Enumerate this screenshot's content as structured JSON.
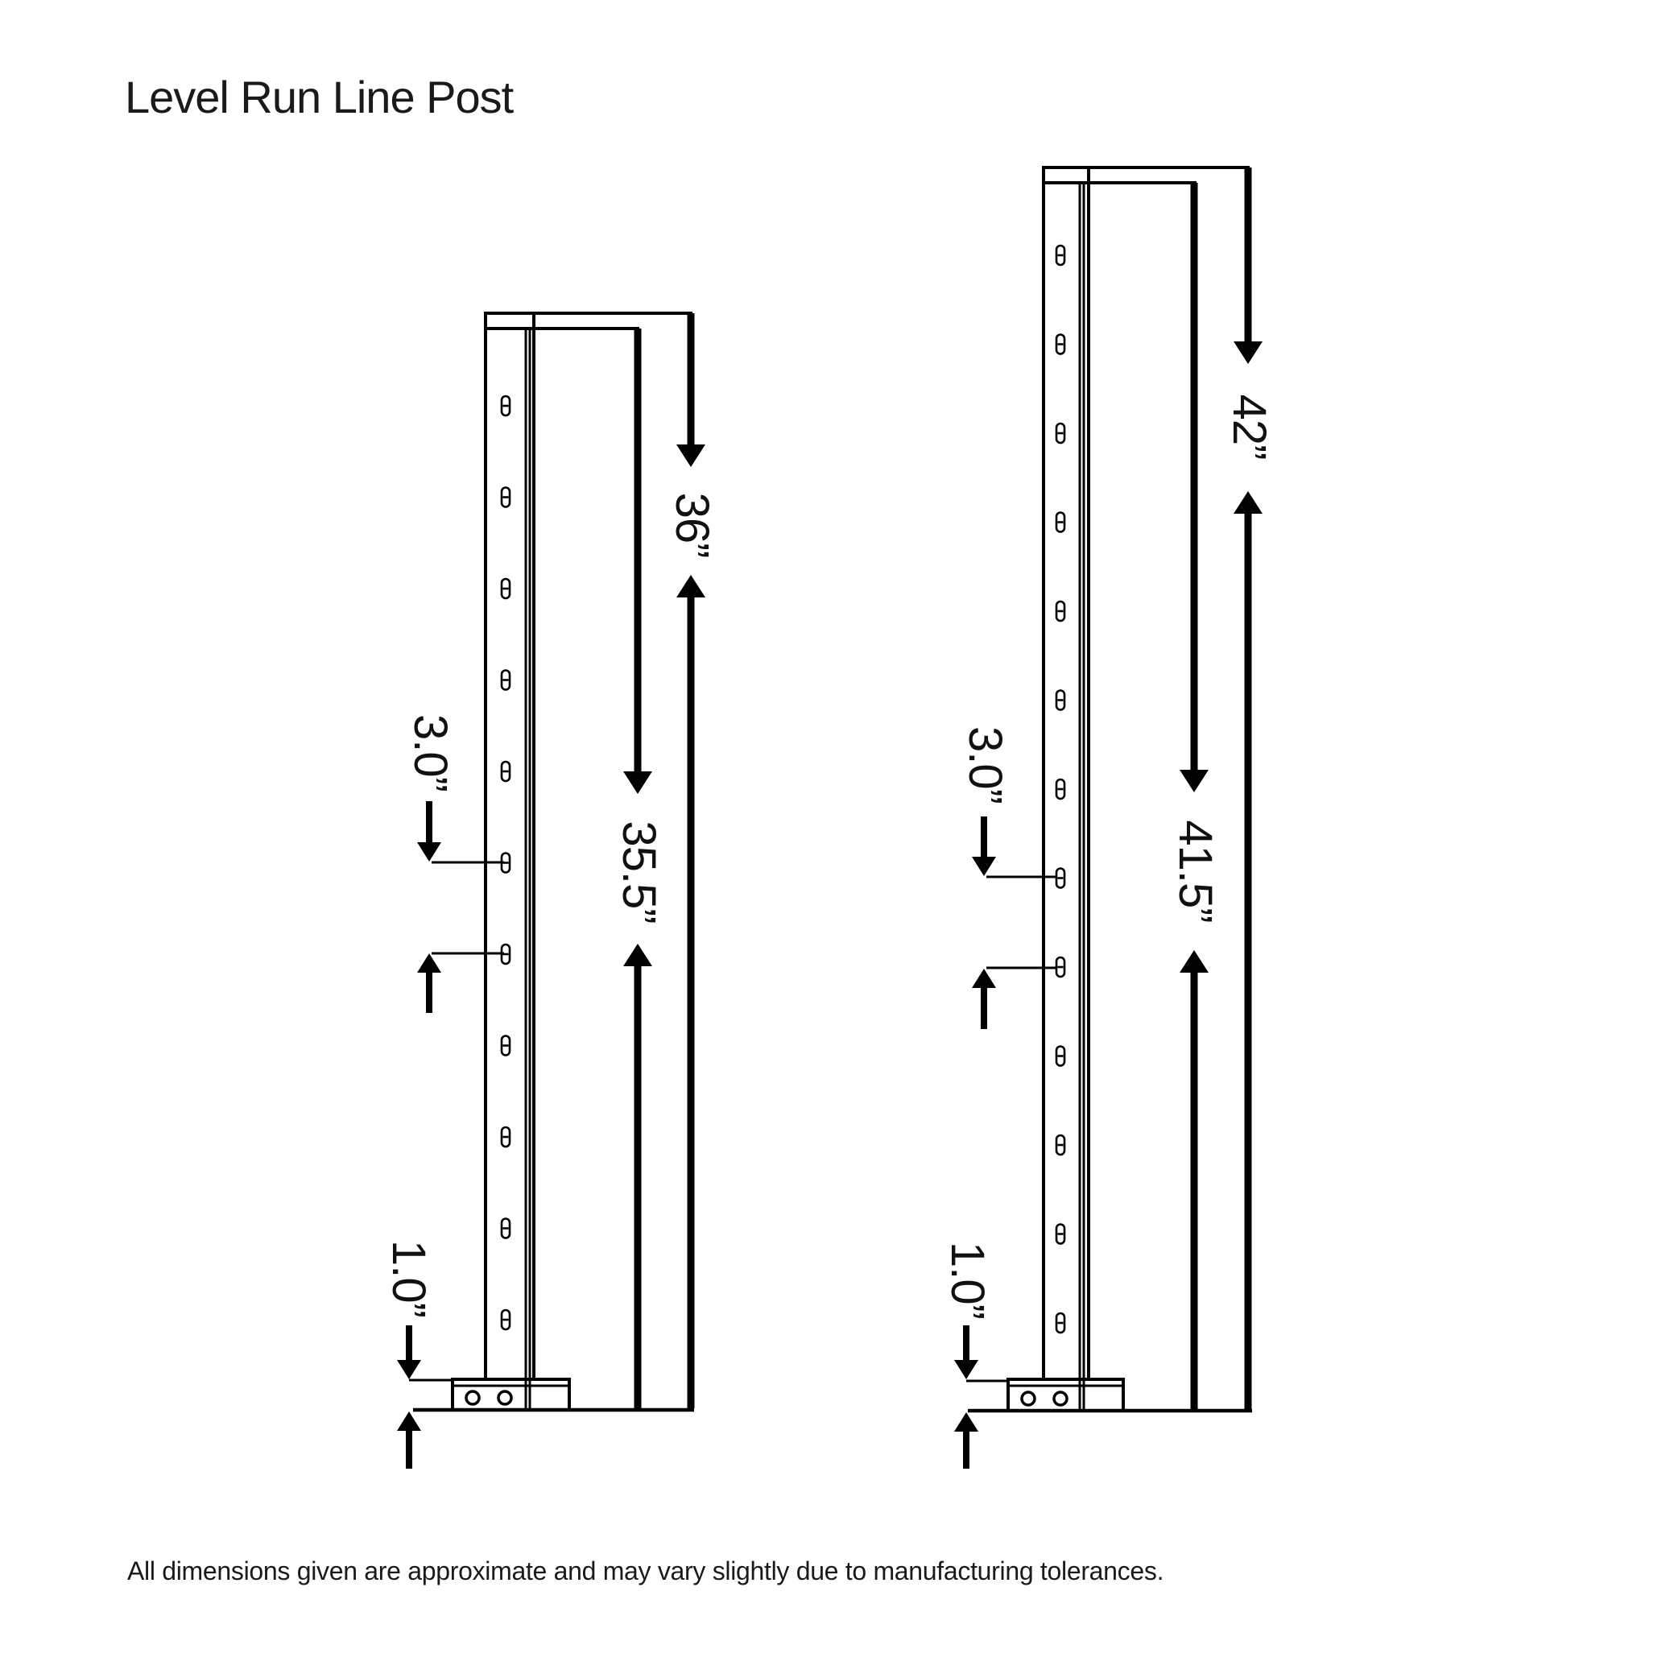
{
  "page": {
    "title": "Level Run Line Post",
    "note": "All dimensions given are approximate and may vary slightly due to manufacturing tolerances.",
    "background_color": "#ffffff",
    "line_color": "#000000",
    "text_color": "#1a1a1a"
  },
  "posts": [
    {
      "name": "36 inch level run line post",
      "overall_height_label": "36”",
      "post_height_label": "35.5”",
      "hole_spacing_label": "3.0”",
      "base_clearance_label": "1.0”",
      "slot_count": 11,
      "base_plate_hole_count": 2
    },
    {
      "name": "42 inch level run line post",
      "overall_height_label": "42”",
      "post_height_label": "41.5”",
      "hole_spacing_label": "3.0”",
      "base_clearance_label": "1.0”",
      "slot_count": 13,
      "base_plate_hole_count": 2
    }
  ]
}
